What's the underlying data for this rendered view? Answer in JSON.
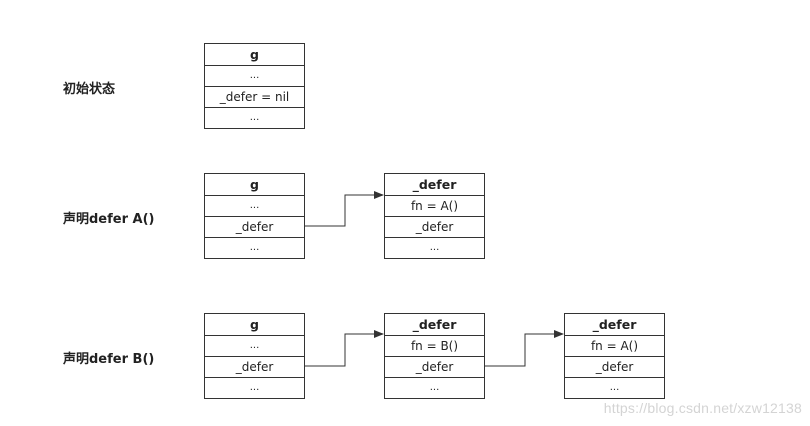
{
  "rows": [
    {
      "label": "初始状态",
      "boxes": [
        {
          "cells": [
            "g",
            "...",
            "_defer = nil",
            "..."
          ]
        }
      ]
    },
    {
      "label": "声明defer A()",
      "boxes": [
        {
          "cells": [
            "g",
            "...",
            "_defer",
            "..."
          ]
        },
        {
          "cells": [
            "_defer",
            "fn = A()",
            "_defer",
            "..."
          ]
        }
      ]
    },
    {
      "label": "声明defer B()",
      "boxes": [
        {
          "cells": [
            "g",
            "...",
            "_defer",
            "..."
          ]
        },
        {
          "cells": [
            "_defer",
            "fn = B()",
            "_defer",
            "..."
          ]
        },
        {
          "cells": [
            "_defer",
            "fn = A()",
            "_defer",
            "..."
          ]
        }
      ]
    }
  ],
  "watermark": "https://blog.csdn.net/xzw12138",
  "colors": {
    "line": "#333333",
    "text": "#222222",
    "watermark": "#d4d4d4"
  }
}
